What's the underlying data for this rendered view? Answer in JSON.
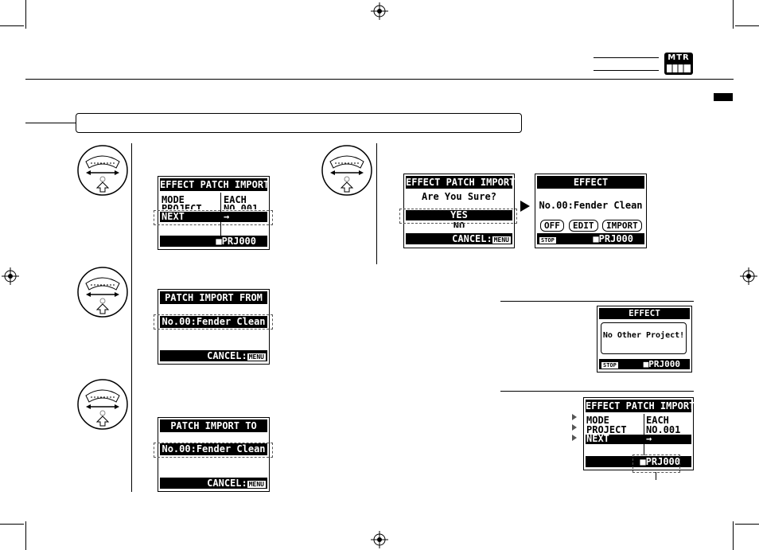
{
  "header": {
    "badge_text": "MTR"
  },
  "step1": {
    "screen": {
      "title": "EFFECT PATCH IMPORT",
      "rows": [
        {
          "label": "MODE",
          "value": "EACH"
        },
        {
          "label": "PROJECT",
          "value": "NO.001"
        },
        {
          "label": "NEXT",
          "value": "→"
        }
      ],
      "footer": "PRJ000"
    }
  },
  "step2": {
    "screen": {
      "title": "PATCH IMPORT FROM",
      "item": "No.00:Fender Clean",
      "footer": "CANCEL:",
      "footer_badge": "MENU"
    }
  },
  "step3": {
    "screen": {
      "title": "PATCH IMPORT TO",
      "item": "No.00:Fender Clean",
      "footer": "CANCEL:",
      "footer_badge": "MENU"
    }
  },
  "step4": {
    "confirm_screen": {
      "title": "EFFECT PATCH IMPORT",
      "question": "Are You Sure?",
      "yes": "YES",
      "no": "NO",
      "footer": "CANCEL:",
      "footer_badge": "MENU"
    },
    "result_screen": {
      "title": "EFFECT",
      "patch": "No.00:Fender Clean",
      "buttons": [
        "OFF",
        "EDIT",
        "IMPORT"
      ],
      "footer_badge": "STOP",
      "footer": "PRJ000"
    }
  },
  "note1": {
    "screen": {
      "title": "EFFECT",
      "message": "No Other Project!",
      "footer_badge": "STOP",
      "footer": "PRJ000"
    }
  },
  "note2": {
    "screen": {
      "title": "EFFECT PATCH IMPORT",
      "rows": [
        {
          "label": "MODE",
          "value": "EACH"
        },
        {
          "label": "PROJECT",
          "value": "NO.001"
        },
        {
          "label": "NEXT",
          "value": "→"
        }
      ],
      "footer": "PRJ000"
    }
  }
}
